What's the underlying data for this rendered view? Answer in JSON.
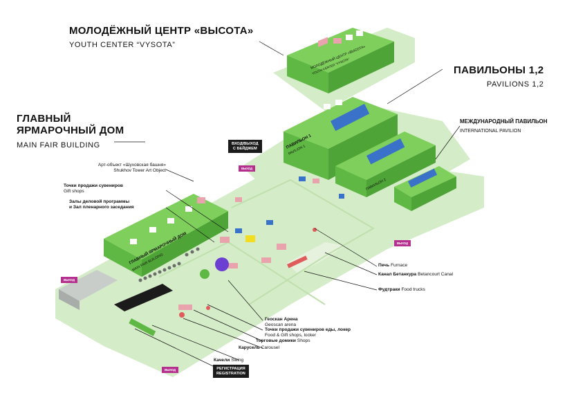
{
  "labels": {
    "youth_ru": "МОЛОДЁЖНЫЙ ЦЕНТР «ВЫСОТА»",
    "youth_en": "YOUTH CENTER “VYSOTA”",
    "pav_ru": "ПАВИЛЬОНЫ 1,2",
    "pav_en": "PAVILIONS 1,2",
    "main_ru_1": "ГЛАВНЫЙ",
    "main_ru_2": "ЯРМАРОЧНЫЙ ДОМ",
    "main_en": "MAIN FAIR BUILDING",
    "intl_ru": "МЕЖДУНАРОДНЫЙ ПАВИЛЬОН",
    "intl_en": "INTERNATIONAL PAVILION",
    "entrance_1": "ВХОД/ВЫХОД",
    "entrance_2": "С БЕЙДЖЕМ",
    "registration_ru": "РЕГИСТРАЦИЯ",
    "registration_en": "REGISTRATION",
    "building_main_ru": "ГЛАВНЫЙ ЯРМАРОЧНЫЙ ДОМ",
    "building_main_en": "MAIN FAIR BUILDING",
    "building_p1_ru": "ПАВИЛЬОН 1",
    "building_p1_en": "PAVILION 1",
    "building_p2_ru": "ПАВИЛЬОН 2",
    "building_p2_en": "PAVILION 2",
    "building_youth_ru": "МОЛОДЁЖНЫЙ ЦЕНТР «ВЫСОТА»",
    "building_youth_en": "YOUTH CENTER “VYSOTA”"
  },
  "callouts": [
    {
      "ru": "Арт-объект «Шуховская башня»",
      "en": "Shukhov Tower Art Object"
    },
    {
      "ru": "Точки продажи сувениров",
      "en": "Gift shops"
    },
    {
      "ru": "Залы деловой программы",
      "en": "и Зал пленарного заседания"
    },
    {
      "ru": "Печь",
      "en": "Furnace"
    },
    {
      "ru": "Канал Бетанкура",
      "en": "Betancourt Canal"
    },
    {
      "ru": "Фудтраки",
      "en": "Food trucks"
    },
    {
      "ru": "Геоскан Арена",
      "en": "Geoscan arena"
    },
    {
      "ru": "Точки продажи сувениров еды, локер",
      "en": "Food & Gift shops, locker"
    },
    {
      "ru": "Торговые домики",
      "en": "Shops"
    },
    {
      "ru": "Карусель",
      "en": "Carousel"
    },
    {
      "ru": "Качели",
      "en": "Swing"
    }
  ],
  "exit_tag": "ВЫХОД",
  "colors": {
    "ground": "#d4ecc7",
    "roof": "#7ecf5c",
    "wall_left": "#5fb843",
    "wall_right": "#4ea437",
    "purple": "#b52f8f",
    "blue": "#3a72c9",
    "pink": "#e8a3ad",
    "dark": "#1b1b1b"
  }
}
